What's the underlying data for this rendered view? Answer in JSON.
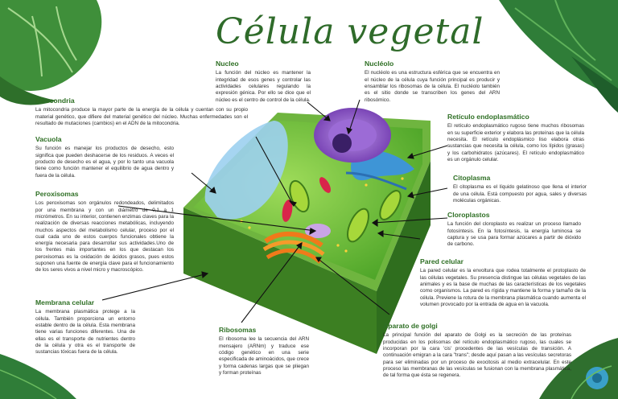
{
  "title": "Célula vegetal",
  "sections": {
    "nucleo": {
      "title": "Nucleo",
      "text": "La función del núcleo es mantener la integridad de esos genes y controlar las actividades celulares regulando la expresión génica. Por ello se dice que el núcleo es el centro de control de la célula."
    },
    "nucleolo": {
      "title": "Nucléolo",
      "text": "El nucléolo es una estructura esférica que se encuentra en el núcleo de la célula cuya función principal es producir y ensamblar los ribosomas de la célula. El nucléolo también es el sitio donde se transcriben los genes del ARN ribosómico."
    },
    "mitocondria": {
      "title": "Mitocondria",
      "text": "La mitocondria produce la mayor parte de la energía de la célula y cuentan con su propio material genético, que difiere del material genético del núcleo. Muchas enfermedades son el resultado de mutaciones (cambios) en el ADN de la mitocondria."
    },
    "vacuola": {
      "title": "Vacuola",
      "text": "Su función es manejar los productos de desecho, esto significa que pueden deshacerse de los residuos. A veces el producto de desecho es el agua, y por lo tanto una vacuola tiene como función mantener el equilibrio de agua dentro y fuera de la célula."
    },
    "peroxisomas": {
      "title": "Peroxisomas",
      "text": "Los peroxisomas son orgánulos redondeados, delimitados por una membrana y con un diámetro de 0,1 a 1 micrómetros. En su interior, contienen enzimas claves para la realización de diversas reacciones metabólicas, incluyendo muchos aspectos del metabolismo celular, proceso por el cual cada uno de estos cuerpos funcionales obtiene la energía necesaria para desarrollar sus actividades.Uno de los frentes más importantes en los que destacan los peroxisomas es la oxidación de ácidos grasos, pues estos suponen una fuente de energía clave para el funcionamiento de los seres vivos a nivel micro y macroscópico."
    },
    "membrana": {
      "title": "Membrana celular",
      "text": "La membrana plasmática protege a la célula. También proporciona un entorno estable dentro de la célula. Esta membrana tiene varias funciones diferentes. Una de ellas es el transporte de nutrientes dentro de la célula y otra es el transporte de sustancias tóxicas fuera de la célula."
    },
    "ribosomas": {
      "title": "Ribosomas",
      "text": "El ribosoma lee la secuencia del ARN mensajero (ARNm) y traduce ese código genético en una serie especificada de aminoácidos, que crece y forma cadenas largas que se pliegan y forman proteínas"
    },
    "reticulo": {
      "title": "Retículo endoplasmático",
      "text": "El retículo endoplasmático rugoso tiene muchos ribosomas en su superficie exterior y elabora las proteínas que la célula necesita. El retículo endoplásmico liso elabora otras sustancias que necesita la célula, como los lípidos (grasas) y los carbohidratos (azúcares). El retículo endoplasmático es un orgánulo celular."
    },
    "citoplasma": {
      "title": "Citoplasma",
      "text": "El citoplasma es el líquido gelatinoso que llena el interior de una célula. Está compuesto por agua, sales y diversas moléculas orgánicas."
    },
    "cloroplastos": {
      "title": "Cloroplastos",
      "text": "La función del cloroplasto es realizar un proceso llamado fotosíntesis. En la fotosíntesis, la energía luminosa se captura y se usa para formar azúcares a partir de dióxido de carbono."
    },
    "pared": {
      "title": "Pared celular",
      "text": "La pared celular es la envoltura que rodea totalmente el protoplasto de las células vegetales. Su presencia distingue las células vegetales de las animales y es la base de muchas de las características de los vegetales como organismos. La pared es rígida y mantiene la forma y tamaño de la célula. Previene la rotura de la membrana plasmática cuando aumenta el volumen provocado por la entrada de agua en la vacuola."
    },
    "golgi": {
      "title": "Aparato de golgi",
      "text": "La principal función del aparato de Golgi es la secreción de las proteínas producidas en los polisomas del retículo endoplasmático rugoso, las cuales se incorporan por la cara 'cis' procedentes de las vesículas de transición. A continuación emigran a la cara \"trans\"; desde aquí pasan a las vesículas secretoras para ser eliminadas por un proceso de exocitosis al medio extracelular. En este proceso las membranas de las vesículas se fusionan con la membrana plasmática, de tal forma que ésta se regenera."
    }
  },
  "colors": {
    "title": "#2f6b2a",
    "heading": "#2e6f24",
    "wall_dark": "#2f6e1e",
    "wall_light": "#5fa83a",
    "nucleus": "#8a5cc2",
    "golgi": "#f07a1a"
  }
}
